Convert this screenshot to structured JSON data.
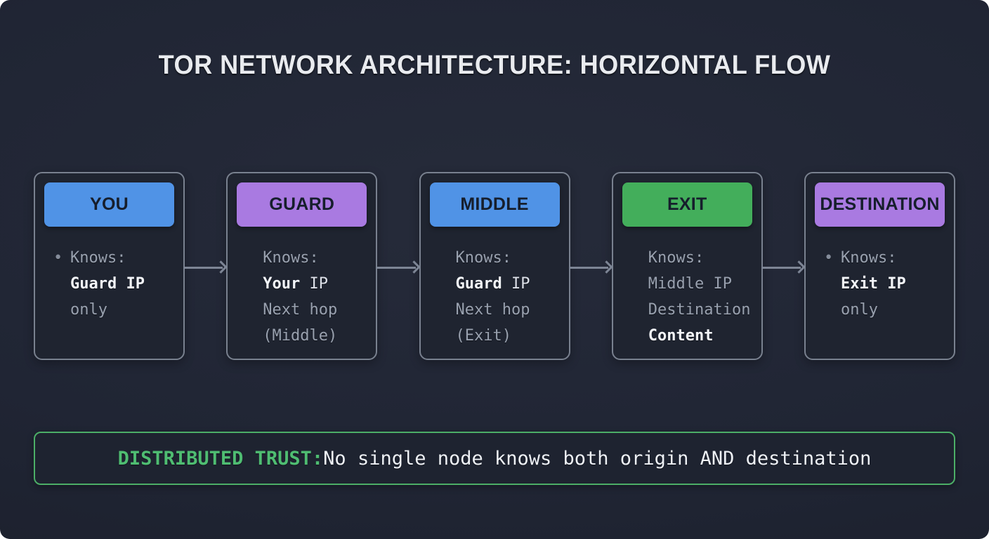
{
  "title": {
    "prefix": "TOR NETWORK ARCHITECTURE: ",
    "emphasis": "HORIZONTAL FLOW"
  },
  "colors": {
    "background": "#212634",
    "card_border": "#79818f",
    "arrow": "#7d8595",
    "node_blue": "#5093e6",
    "node_purple": "#a97ae1",
    "node_green": "#43ae5b",
    "banner_border": "#4cae67",
    "banner_label_green": "#4fbd72"
  },
  "nodes": [
    {
      "label": "YOU",
      "color": "#5093e6",
      "bullet": "•",
      "details": [
        {
          "muted": "Knows:"
        },
        {
          "strong": "Guard IP"
        },
        {
          "muted": "only"
        }
      ]
    },
    {
      "label": "GUARD",
      "color": "#a97ae1",
      "details": [
        {
          "muted": "Knows:"
        },
        {
          "strong": "Your",
          "plain": " IP"
        },
        {
          "muted": "Next hop"
        },
        {
          "muted": "(Middle)"
        }
      ]
    },
    {
      "label": "MIDDLE",
      "color": "#5093e6",
      "details": [
        {
          "muted": "Knows:"
        },
        {
          "strong": "Guard",
          "plain": " IP"
        },
        {
          "muted": "Next hop"
        },
        {
          "muted": "(Exit)"
        }
      ]
    },
    {
      "label": "EXIT",
      "color": "#43ae5b",
      "details": [
        {
          "muted": "Knows:"
        },
        {
          "muted": "Middle IP"
        },
        {
          "muted": "Destination"
        },
        {
          "strong": "Content"
        }
      ]
    },
    {
      "label": "DESTINATION",
      "color": "#a97ae1",
      "bullet": "•",
      "details": [
        {
          "muted": "Knows:"
        },
        {
          "strong": "Exit IP"
        },
        {
          "muted": "only"
        }
      ]
    }
  ],
  "banner": {
    "label": "DISTRIBUTED TRUST:",
    "text": " No single node knows both origin AND destination"
  }
}
